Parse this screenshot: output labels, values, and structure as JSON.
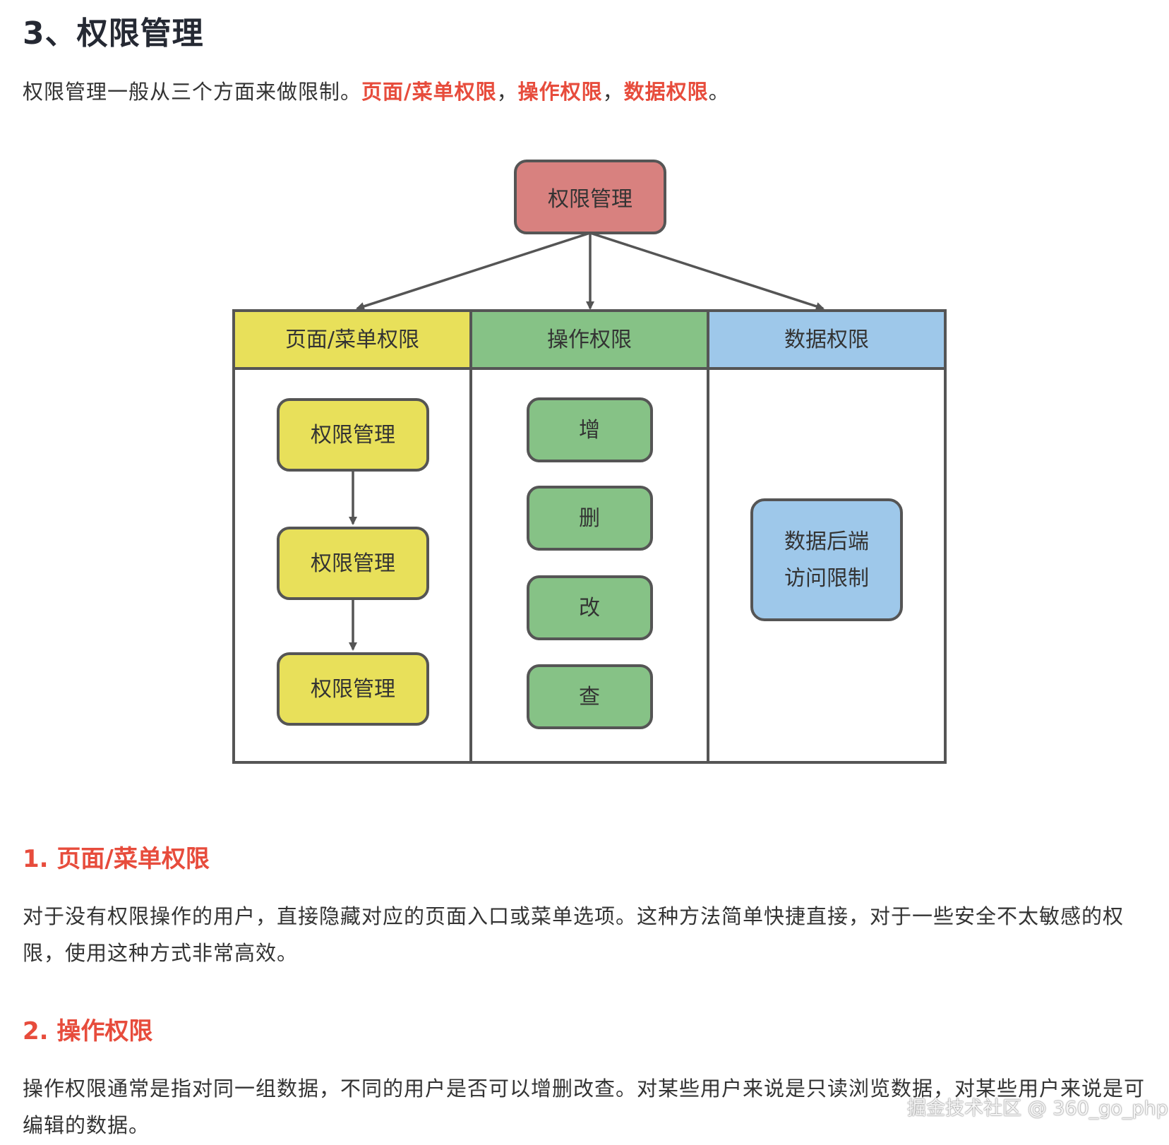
{
  "heading": "3、权限管理",
  "intro": {
    "lead": "权限管理一般从三个方面来做限制。",
    "items": [
      "页面/菜单权限",
      "操作权限",
      "数据权限"
    ],
    "sep": "，",
    "end": "。"
  },
  "diagram": {
    "root": "权限管理",
    "columns": [
      {
        "title": "页面/菜单权限",
        "boxes": [
          "权限管理",
          "权限管理",
          "权限管理"
        ]
      },
      {
        "title": "操作权限",
        "boxes": [
          "增",
          "删",
          "改",
          "查"
        ]
      },
      {
        "title": "数据权限",
        "boxes": [
          "数据后端",
          "访问限制"
        ]
      }
    ],
    "colors": {
      "root": "#d8817f",
      "menu": "#e8e05a",
      "ops": "#86c286",
      "data": "#9ec8ea",
      "stroke": "#555555"
    }
  },
  "sections": [
    {
      "title": "1. 页面/菜单权限",
      "body": "对于没有权限操作的用户，直接隐藏对应的页面入口或菜单选项。这种方法简单快捷直接，对于一些安全不太敏感的权限，使用这种方式非常高效。"
    },
    {
      "title": "2. 操作权限",
      "body": "操作权限通常是指对同一组数据，不同的用户是否可以增删改查。对某些用户来说是只读浏览数据，对某些用户来说是可编辑的数据。"
    }
  ],
  "watermark": "掘金技术社区 @ 360_go_php",
  "accent_color": "#e74c3c"
}
